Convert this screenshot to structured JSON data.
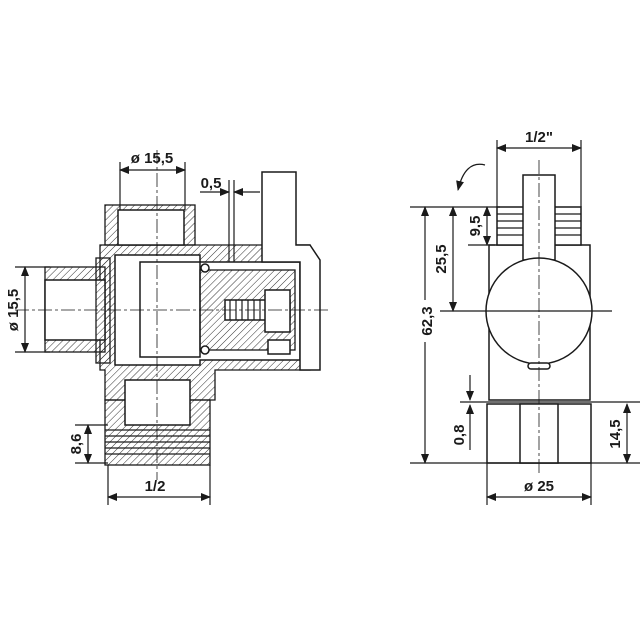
{
  "section_view": {
    "dims": {
      "top_diameter": "ø 15,5",
      "gap": "0,5",
      "side_diameter": "ø 15,5",
      "thread_height": "8,6",
      "bottom_thread": "1/2"
    }
  },
  "side_view": {
    "dims": {
      "top_thread": "1/2\"",
      "thread_length": "9,5",
      "center_height": "25,5",
      "total_height": "62,3",
      "plate_gap": "0,8",
      "base_height": "14,5",
      "base_diameter": "ø 25"
    }
  }
}
